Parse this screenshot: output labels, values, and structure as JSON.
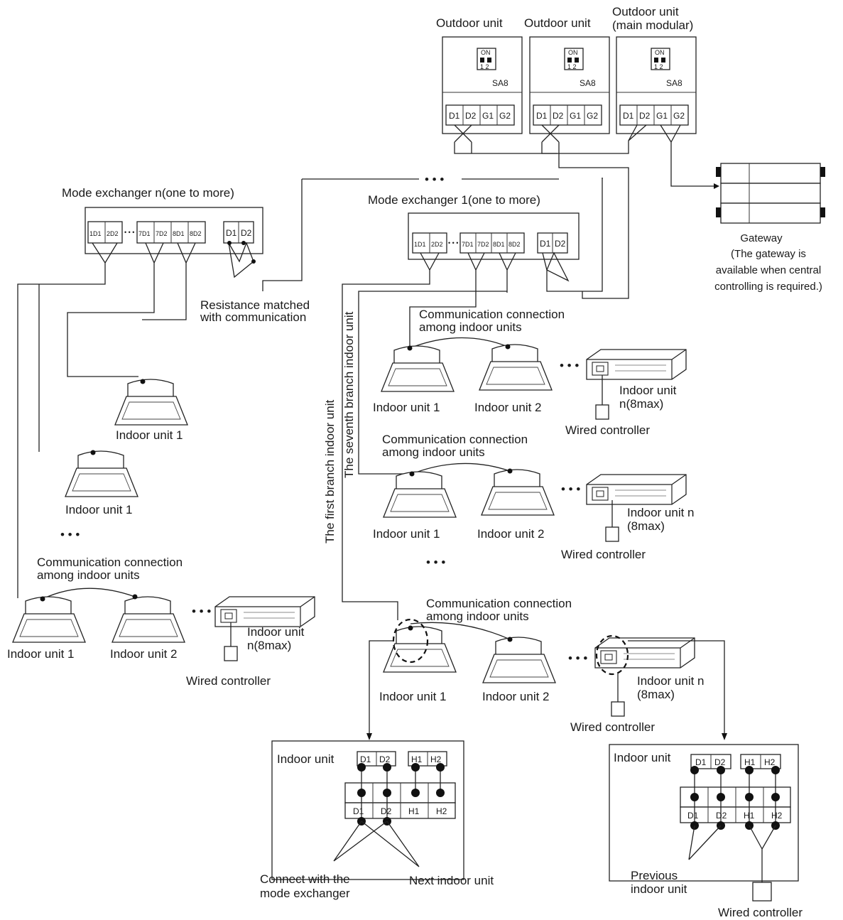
{
  "outdoor_units": [
    {
      "label": "Outdoor unit",
      "switch_on": "ON",
      "switch_nums": "1  2",
      "switch_name": "SA8",
      "terminals": [
        "D1",
        "D2",
        "G1",
        "G2"
      ]
    },
    {
      "label": "Outdoor unit",
      "switch_on": "ON",
      "switch_nums": "1  2",
      "switch_name": "SA8",
      "terminals": [
        "D1",
        "D2",
        "G1",
        "G2"
      ]
    },
    {
      "label_line1": "Outdoor unit",
      "label_line2": "(main modular)",
      "switch_on": "ON",
      "switch_nums": "1  2",
      "switch_name": "SA8",
      "terminals": [
        "D1",
        "D2",
        "G1",
        "G2"
      ]
    }
  ],
  "gateway": {
    "title": "Gateway",
    "note_line1": "(The gateway is",
    "note_line2": "available when central",
    "note_line3": "controlling is required.)"
  },
  "ellipsis": "• • •",
  "mode_exchanger_n": {
    "title": "Mode exchanger n(one to more)",
    "terminals": [
      "1D1",
      "2D2",
      "7D1",
      "7D2",
      "8D1",
      "8D2",
      "D1",
      "D2"
    ]
  },
  "mode_exchanger_1": {
    "title": "Mode exchanger 1(one to more)",
    "terminals": [
      "1D1",
      "2D2",
      "7D1",
      "7D2",
      "8D1",
      "8D2",
      "D1",
      "D2"
    ]
  },
  "resistance": {
    "line1": "Resistance matched",
    "line2": "with communication"
  },
  "branch_labels": {
    "first": "The first branch indoor unit",
    "seventh": "The seventh branch indoor unit"
  },
  "comm_connection": {
    "line1": "Communication connection",
    "line2": "among indoor units"
  },
  "labels": {
    "indoor_unit_1": "Indoor unit 1",
    "indoor_unit_2": "Indoor unit 2",
    "indoor_unit_n_line1": "Indoor unit",
    "indoor_unit_n_line2": "n(8max)",
    "indoor_unit_n_sp_line1": "Indoor unit n",
    "indoor_unit_n_sp_line2": "(8max)",
    "wired_controller": "Wired controller"
  },
  "detail_left": {
    "title": "Indoor unit",
    "top_terminals": [
      "D1",
      "D2",
      "H1",
      "H2"
    ],
    "block_terminals": [
      "D1",
      "D2",
      "H1",
      "H2"
    ],
    "connect_line1": "Connect with the",
    "connect_line2": "mode exchanger",
    "next": "Next indoor unit"
  },
  "detail_right": {
    "title": "Indoor unit",
    "top_terminals": [
      "D1",
      "D2",
      "H1",
      "H2"
    ],
    "block_terminals": [
      "D1",
      "D2",
      "H1",
      "H2"
    ],
    "previous_line1": "Previous",
    "previous_line2": "indoor unit",
    "wired_controller": "Wired controller"
  }
}
